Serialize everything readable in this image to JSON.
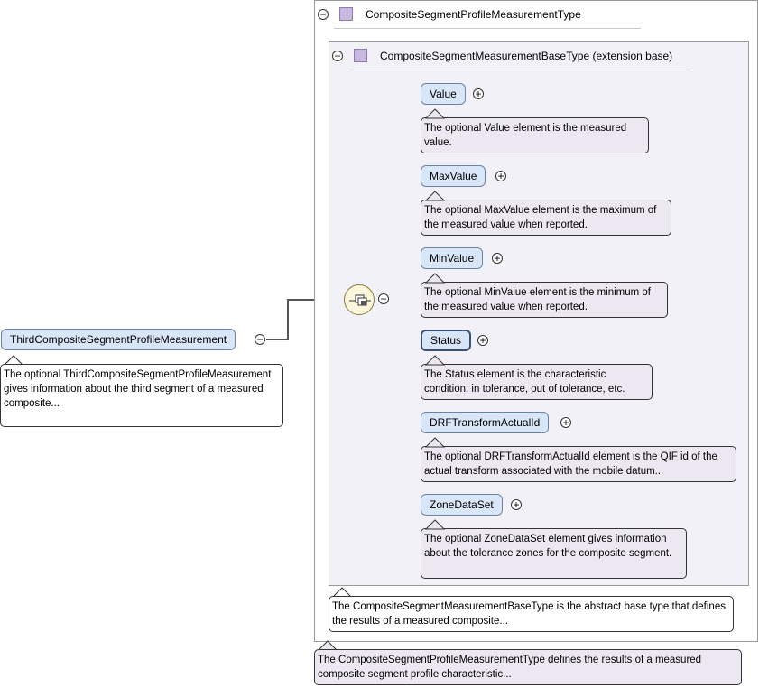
{
  "outer_type": {
    "title": "CompositeSegmentProfileMeasurementType",
    "description": "The CompositeSegmentProfileMeasurementType defines the results of a measured composite segment profile characteristic..."
  },
  "inner_type": {
    "title": "CompositeSegmentMeasurementBaseType (extension base)",
    "description": "The CompositeSegmentMeasurementBaseType is the abstract base type that defines the results of a measured composite..."
  },
  "root_element": {
    "name": "ThirdCompositeSegmentProfileMeasurement",
    "description": "The optional ThirdCompositeSegmentProfileMeasurement gives information about the third segment of a measured composite..."
  },
  "elements": [
    {
      "name": "Value",
      "description": "The optional Value element is the measured value."
    },
    {
      "name": "MaxValue",
      "description": "The optional MaxValue element is the maximum of the measured value when reported."
    },
    {
      "name": "MinValue",
      "description": "The optional MinValue element is the minimum of the measured value when reported."
    },
    {
      "name": "Status",
      "description": "The Status element is the characteristic condition: in tolerance, out of tolerance, etc."
    },
    {
      "name": "DRFTransformActualId",
      "description": "The optional DRFTransformActualId element is the QIF id of the actual transform associated with the mobile datum..."
    },
    {
      "name": "ZoneDataSet",
      "description": "The optional ZoneDataSet element gives information about the tolerance zones for the composite segment."
    }
  ],
  "colors": {
    "element_fill": "#d9e6f7",
    "note_fill": "#ece8f2",
    "type_icon": "#c9b9e0",
    "connector": "#555555"
  }
}
